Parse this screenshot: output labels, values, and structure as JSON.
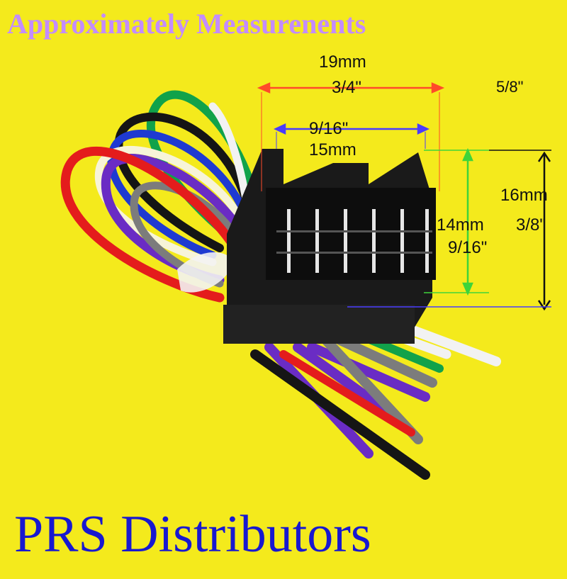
{
  "header": {
    "title": "Approximately Measurenents"
  },
  "footer": {
    "brand": "PRS Distributors"
  },
  "measurements": {
    "width_mm": "19mm",
    "width_in": "3/4\"",
    "extra_in": "5/8\"",
    "inner_width_in": "9/16\"",
    "inner_width_mm": "15mm",
    "height_mm": "16mm",
    "height_in": "3/8\"",
    "inner_height_mm": "14mm",
    "inner_height_in": "9/16\""
  },
  "colors": {
    "background": "#f4ea1c",
    "title": "#c38cff",
    "brand": "#1818d0",
    "arrow_red": "#ff4a2a",
    "arrow_blue": "#4a3cff",
    "arrow_green": "#3ed43a",
    "arrow_black": "#111111"
  },
  "wires": [
    "red",
    "white",
    "purple",
    "black",
    "green",
    "gray",
    "blue"
  ]
}
